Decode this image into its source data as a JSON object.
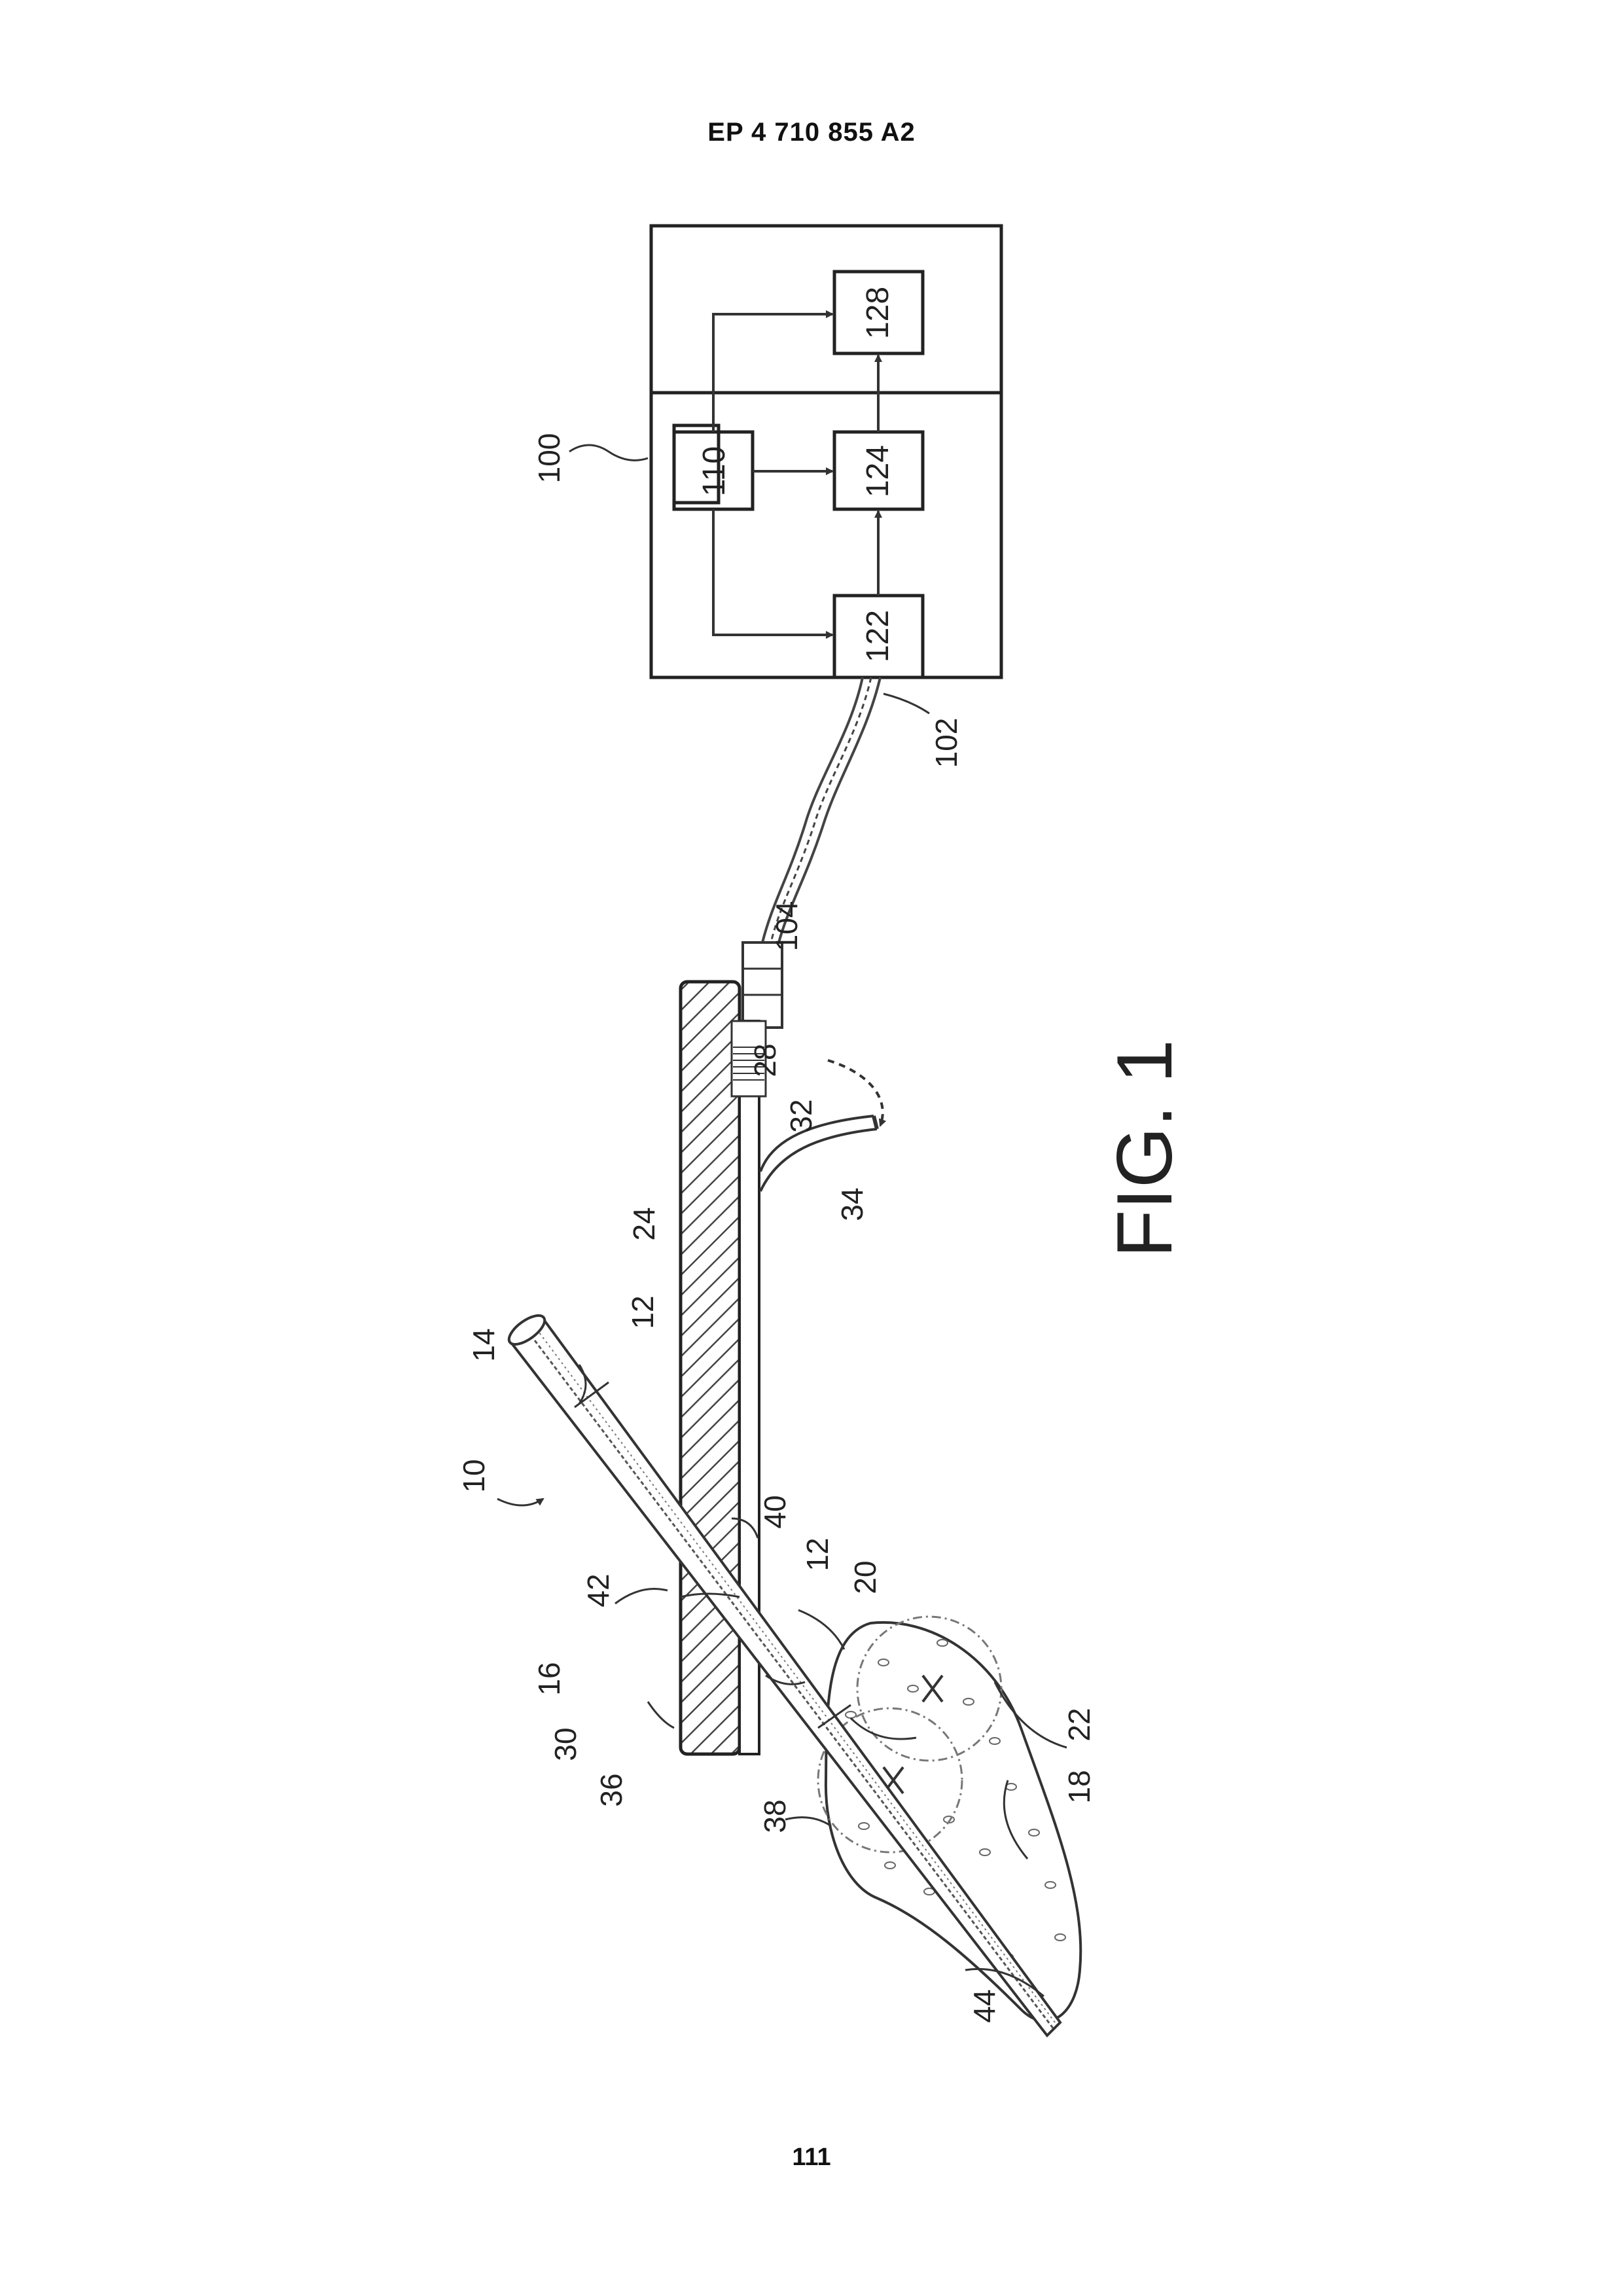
{
  "header": {
    "publication_number": "EP 4 710 855 A2"
  },
  "footer": {
    "page_number": "111"
  },
  "figure": {
    "caption": "FIG. 1",
    "controller": {
      "label": "100",
      "blocks": {
        "b110": "110",
        "b122": "122",
        "b124": "124",
        "b128": "128"
      }
    },
    "cable_labels": {
      "l102": "102",
      "l104": "104"
    },
    "device_labels": {
      "l10": "10",
      "l12a": "12",
      "l12b": "12",
      "l14": "14",
      "l16": "16",
      "l18": "18",
      "l20": "20",
      "l22": "22",
      "l24": "24",
      "l28": "28",
      "l30": "30",
      "l32": "32",
      "l34": "34",
      "l36": "36",
      "l38": "38",
      "l40": "40",
      "l42": "42",
      "l44": "44"
    }
  }
}
